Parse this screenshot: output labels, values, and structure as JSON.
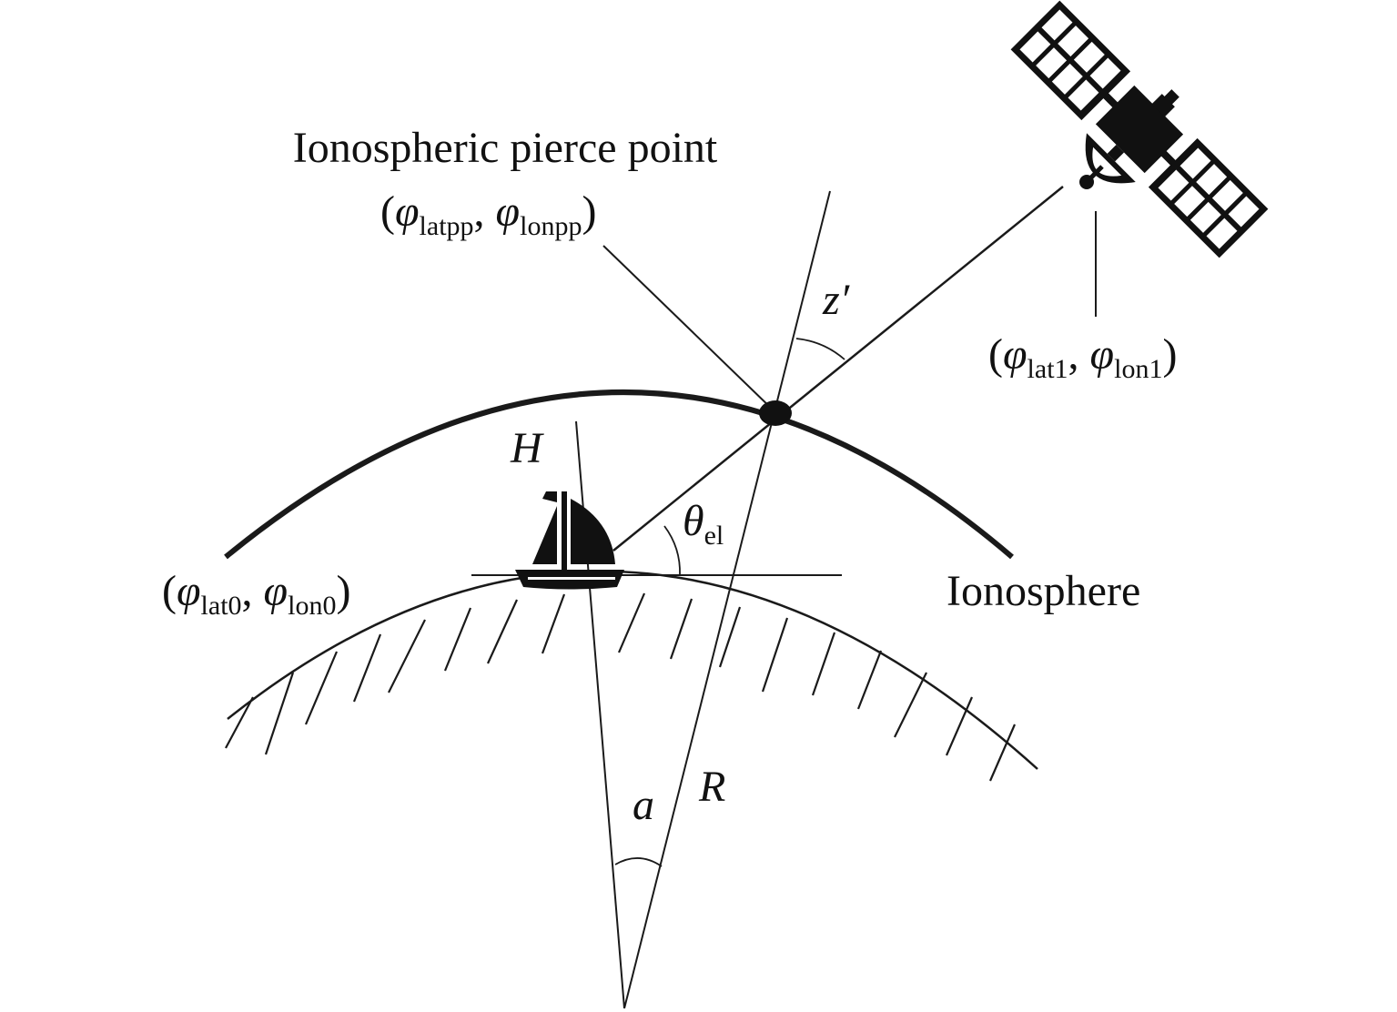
{
  "labels": {
    "pierce_title": "Ionospheric pierce point",
    "pierce_sym1": "φ",
    "pierce_sub1": "latpp",
    "pierce_sep": ", ",
    "pierce_sym2": "φ",
    "pierce_sub2": "lonpp",
    "sat_sym1": "φ",
    "sat_sub1": "lat1",
    "sat_sep": ", ",
    "sat_sym2": "φ",
    "sat_sub2": "lon1",
    "ship_sym1": "φ",
    "ship_sub1": "lat0",
    "ship_sep": ", ",
    "ship_sym2": "φ",
    "ship_sub2": "lon0",
    "open_paren": "(",
    "close_paren": ")",
    "ionosphere": "Ionosphere",
    "zenith_angle": "z′",
    "height": "H",
    "elevation_sym": "θ",
    "elevation_sub": "el",
    "central_angle": "a",
    "earth_radius": "R"
  },
  "icons": {
    "satellite": "satellite-icon",
    "ship": "sailboat-icon"
  },
  "colors": {
    "ink": "#111111",
    "background": "#ffffff"
  }
}
